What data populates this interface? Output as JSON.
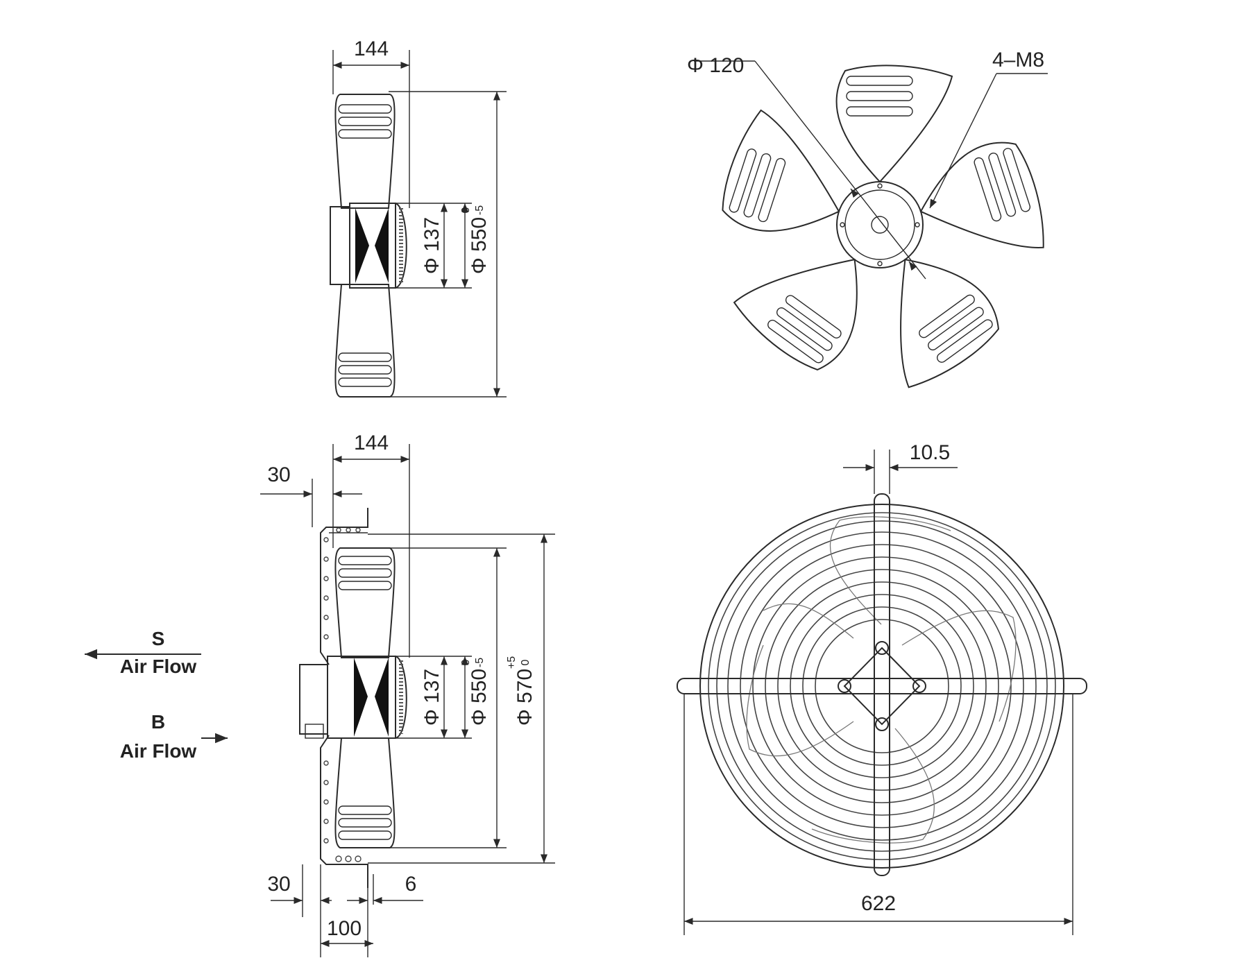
{
  "dimensions": {
    "side_top_width": "144",
    "hub_diameter_top": "Φ 137",
    "blade_diameter_top": "Φ 550",
    "front_hub_diameter": "Φ 120",
    "mounting_holes": "4–M8",
    "side_bottom_width": "144",
    "flange_offset_top": "30",
    "flange_offset_bottom": "30",
    "flange_thickness": "6",
    "mount_depth": "100",
    "hub_diameter_bottom": "Φ 137",
    "blade_diameter_bottom": "Φ 550",
    "guard_diameter": "Φ 570",
    "bar_width": "10.5",
    "overall_width": "622"
  },
  "tolerances": {
    "blade_top_upper": "0",
    "blade_top_lower": "-5",
    "blade_bottom_upper": "0",
    "blade_bottom_lower": "-5",
    "guard_upper": "+5",
    "guard_lower": "0"
  },
  "airflow": {
    "s_label": "S",
    "s_text": "Air Flow",
    "b_label": "B",
    "b_text": "Air Flow"
  }
}
